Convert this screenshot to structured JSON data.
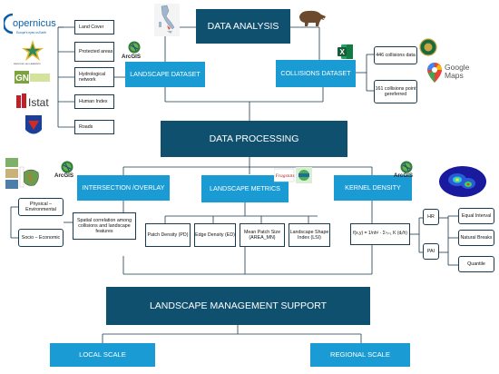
{
  "title_top": "DATA ANALYSIS",
  "landscape_dataset": "LANDSCAPE DATASET",
  "collisions_dataset": "COLLISIONS DATASET",
  "landscape_items": [
    "Land Cover",
    "Protected areas",
    "Hydrological network",
    "Human Index",
    "Roads"
  ],
  "collision_items": [
    "446 collisions data",
    "161 collisions point gereferred"
  ],
  "data_processing": "DATA PROCESSING",
  "intersection": "INTERSECTION /OVERLAY",
  "landscape_metrics": "LANDSCAPE METRICS",
  "kernel_density": "KERNEL DENSITY",
  "intersection_items": [
    "Physical – Environmental",
    "Socio – Economic"
  ],
  "spatial_correlation": "Spatial correlation among collisions and landscape features",
  "metrics_items": [
    "Patch Density (PD)",
    "Edge Density (ED)",
    "Mean Patch Size (AREA_MN)",
    "Landscape Shape Index (LSI)"
  ],
  "kernel_formula": "f(x,y) = 1/nh² · Σⁿᵢ₌₁ K (dᵢ/h)",
  "hr": "HR",
  "pai": "PAI",
  "breaks": [
    "Equal Interval",
    "Natural Breaks",
    "Quantile"
  ],
  "management": "LANDSCAPE MANAGEMENT SUPPORT",
  "local_scale": "LOCAL SCALE",
  "regional_scale": "REGIONAL SCALE",
  "logos": {
    "copernicus": "opernicus",
    "copernicus_sub": "Europe's eyes on Earth",
    "ministero": "MINISTERO DELL'AMBIENTE E DELLA SICUREZZA ENERGETICA",
    "istat": "Istat",
    "arcgis": "ArcGIS",
    "google_maps": "Google Maps",
    "fragstats": "Fragstats 4.2"
  },
  "colors": {
    "dark": "#0f506e",
    "light": "#1a9bd3",
    "line": "#1a3a4f"
  }
}
